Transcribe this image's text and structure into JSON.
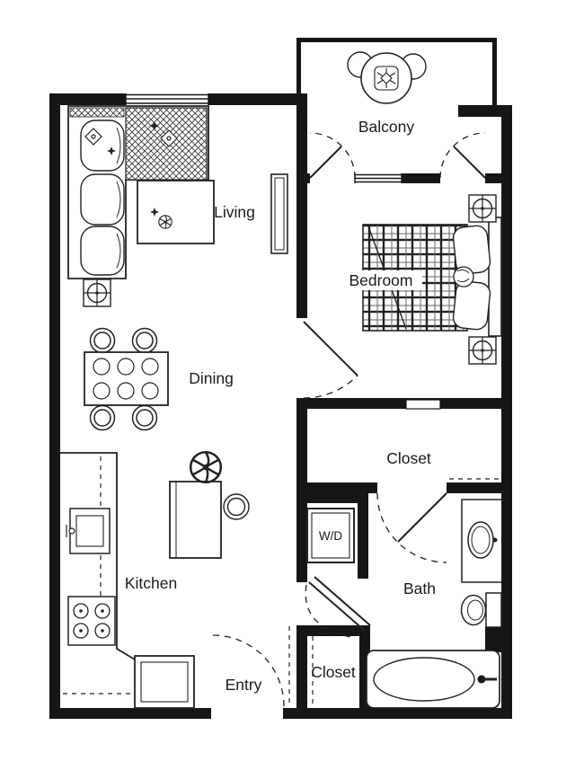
{
  "title": "One-bedroom apartment floor plan",
  "rooms": {
    "balcony": {
      "label": "Balcony"
    },
    "living": {
      "label": "Living"
    },
    "bedroom": {
      "label": "Bedroom"
    },
    "dining": {
      "label": "Dining"
    },
    "closet_upper": {
      "label": "Closet"
    },
    "kitchen": {
      "label": "Kitchen"
    },
    "laundry": {
      "label": "W/D"
    },
    "bath": {
      "label": "Bath"
    },
    "entry": {
      "label": "Entry"
    },
    "closet_lower": {
      "label": "Closet"
    }
  },
  "colors": {
    "wall": "#161616",
    "furniture_line": "#222222",
    "background": "#ffffff"
  },
  "symbols": {
    "ceiling_fixture": "crosshair-circle-in-square",
    "door_swing": "dashed-quarter-arc",
    "closet_rod": "dashed-line",
    "plant": "leafy-circle",
    "balcony_table_motif": "asterisk-in-square"
  }
}
